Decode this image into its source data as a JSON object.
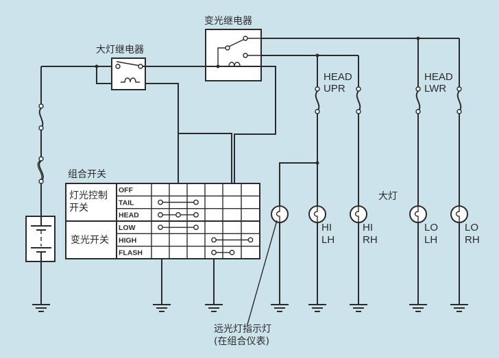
{
  "labels": {
    "headlight_relay": "大灯继电器",
    "dimmer_relay": "变光继电器",
    "combination_switch": "组合开关",
    "light_control_switch_line1": "灯光控制",
    "light_control_switch_line2": "开关",
    "dimmer_switch": "变光开关",
    "headlamp": "大灯",
    "high_beam_indicator_line1": "远光灯指示灯",
    "high_beam_indicator_line2": "(在组合仪表)"
  },
  "fuses": {
    "upper": {
      "line1": "HEAD",
      "line2": "UPR"
    },
    "lower": {
      "line1": "HEAD",
      "line2": "LWR"
    }
  },
  "lamps": [
    {
      "line1": "",
      "line2": ""
    },
    {
      "line1": "HI",
      "line2": "LH"
    },
    {
      "line1": "HI",
      "line2": "RH"
    },
    {
      "line1": "LO",
      "line2": "LH"
    },
    {
      "line1": "LO",
      "line2": "RH"
    }
  ],
  "switch_table": {
    "rows": [
      "OFF",
      "TAIL",
      "HEAD",
      "LOW",
      "HIGH",
      "FLASH"
    ],
    "connections": [
      {
        "row": "TAIL",
        "cols": [
          1,
          3
        ]
      },
      {
        "row": "HEAD",
        "cols": [
          1,
          2,
          3
        ]
      },
      {
        "row": "LOW",
        "cols": [
          1,
          3
        ]
      },
      {
        "row": "HIGH",
        "cols": [
          4,
          6
        ]
      },
      {
        "row": "FLASH",
        "cols": [
          4,
          5
        ]
      }
    ]
  }
}
